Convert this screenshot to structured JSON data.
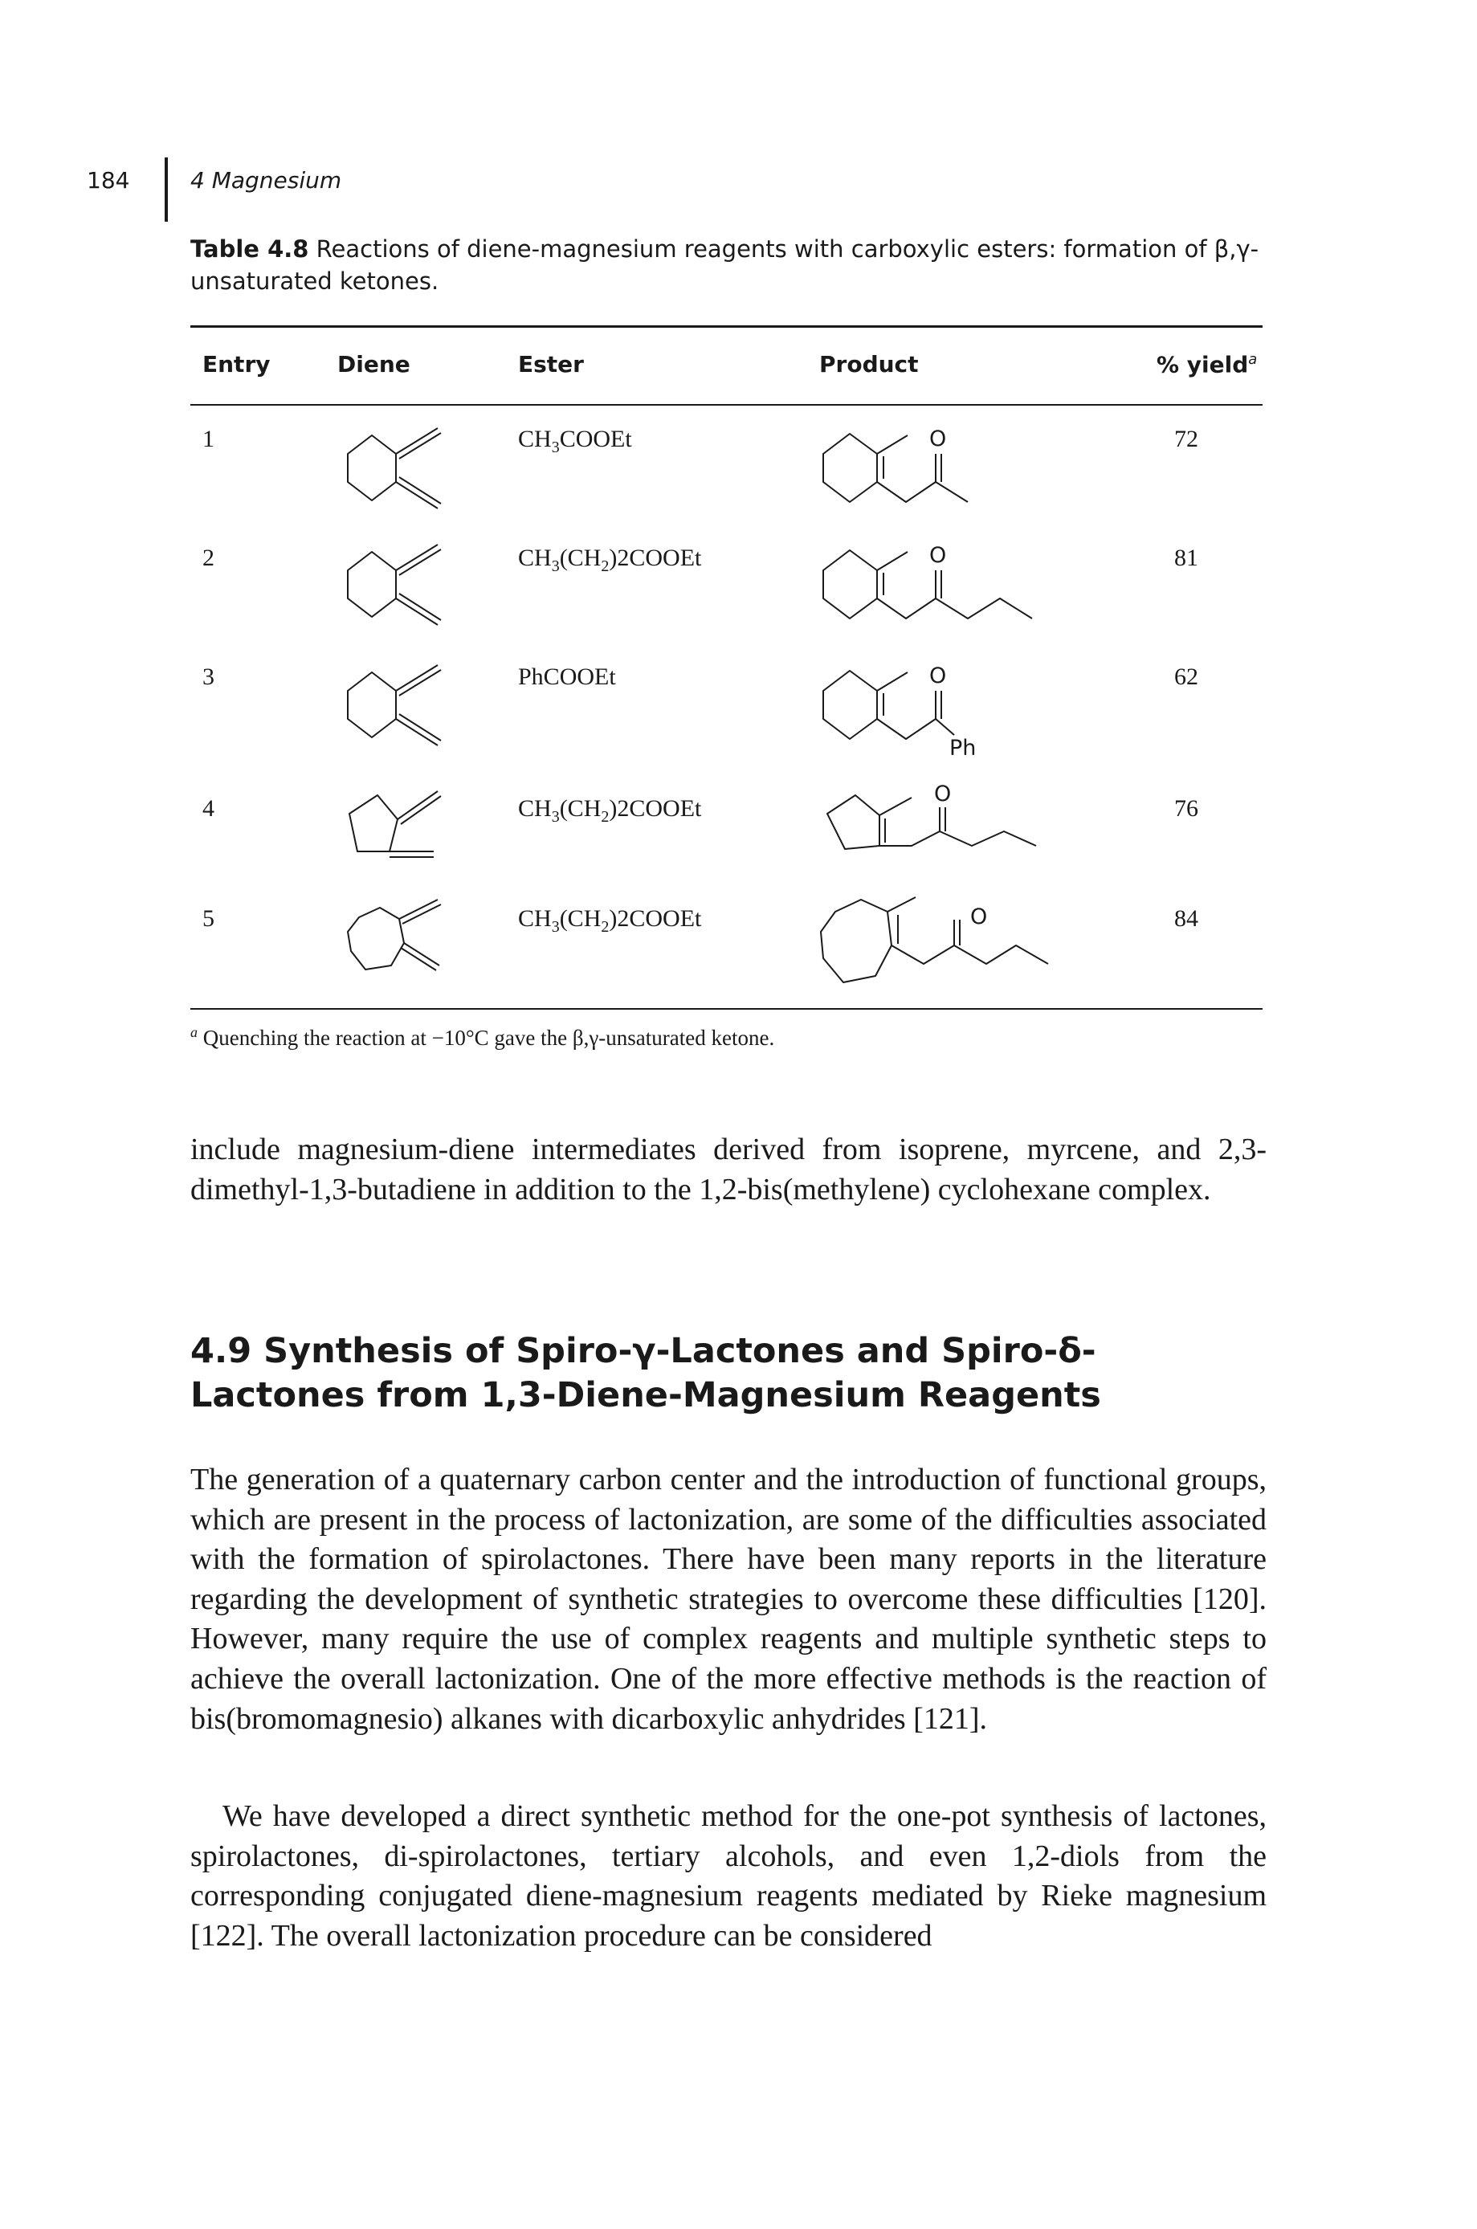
{
  "running_head": {
    "page_number": "184",
    "chapter": "4 Magnesium"
  },
  "table": {
    "caption_label": "Table 4.8",
    "caption_text": "Reactions of diene-magnesium reagents with carboxylic esters: formation of β,γ-unsaturated ketones.",
    "headers": {
      "entry": "Entry",
      "diene": "Diene",
      "ester": "Ester",
      "product": "Product",
      "yield": "% yield",
      "yield_mark": "a"
    },
    "rows": [
      {
        "entry": "1",
        "ester": {
          "pre": "CH",
          "s1": "3",
          "mid": "COOEt",
          "s2": "",
          "post": ""
        },
        "yield": "72",
        "product_o": "O",
        "product_sub": ""
      },
      {
        "entry": "2",
        "ester": {
          "pre": "CH",
          "s1": "3",
          "mid": "(CH",
          "s2": "2",
          "post": ")2COOEt"
        },
        "yield": "81",
        "product_o": "O",
        "product_sub": ""
      },
      {
        "entry": "3",
        "ester": {
          "pre": "PhCOOEt",
          "s1": "",
          "mid": "",
          "s2": "",
          "post": ""
        },
        "yield": "62",
        "product_o": "O",
        "product_sub": "Ph"
      },
      {
        "entry": "4",
        "ester": {
          "pre": "CH",
          "s1": "3",
          "mid": "(CH",
          "s2": "2",
          "post": ")2COOEt"
        },
        "yield": "76",
        "product_o": "O",
        "product_sub": ""
      },
      {
        "entry": "5",
        "ester": {
          "pre": "CH",
          "s1": "3",
          "mid": "(CH",
          "s2": "2",
          "post": ")2COOEt"
        },
        "yield": "84",
        "product_o": "O",
        "product_sub": ""
      }
    ],
    "footnote_mark": "a",
    "footnote_text": "Quenching the reaction at −10°C gave the β,γ-unsaturated ketone."
  },
  "body": {
    "paragraph_top": "include magnesium-diene intermediates derived from isoprene, myrcene, and 2,3-dimethyl-1,3-butadiene in addition to the 1,2-bis(methylene) cyclohexane complex.",
    "section_heading": "4.9 Synthesis of Spiro-γ-Lactones and Spiro-δ-Lactones from 1,3-Diene-Magnesium Reagents",
    "paragraph_1": "The generation of a quaternary carbon center and the introduction of functional groups, which are present in the process of lactonization, are some of the difficulties associated with the formation of spirolactones. There have been many reports in the literature regarding the development of synthetic strategies to overcome these difficulties [120]. However, many require the use of complex reagents and multiple synthetic steps to achieve the overall lactonization. One of the more effective methods is the reaction of bis(bromomagnesio) alkanes with dicarboxylic anhydrides [121].",
    "paragraph_2": "We have developed a direct synthetic method for the one-pot synthesis of lactones, spirolactones, di-spirolactones, tertiary alcohols, and even 1,2-diols from the corresponding conjugated diene-magnesium reagents mediated by Rieke magnesium [122]. The overall lactonization procedure can be considered"
  }
}
